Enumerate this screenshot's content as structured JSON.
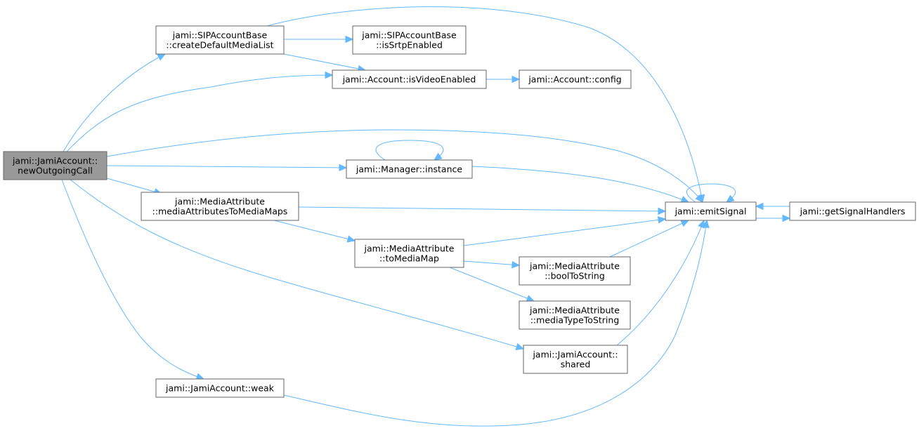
{
  "colors": {
    "edge": "#63b8ff",
    "root_fill": "#999999",
    "node_border": "#666666"
  },
  "nodes": {
    "newOutgoingCall": {
      "lines": [
        "jami::JamiAccount::",
        "newOutgoingCall"
      ]
    },
    "createDefaultMediaList": {
      "lines": [
        "jami::SIPAccountBase",
        "::createDefaultMediaList"
      ]
    },
    "isSrtpEnabled": {
      "lines": [
        "jami::SIPAccountBase",
        "::isSrtpEnabled"
      ]
    },
    "isVideoEnabled": {
      "lines": [
        "jami::Account::isVideoEnabled"
      ]
    },
    "config": {
      "lines": [
        "jami::Account::config"
      ]
    },
    "instance": {
      "lines": [
        "jami::Manager::instance"
      ]
    },
    "mediaAttributesToMediaMaps": {
      "lines": [
        "jami::MediaAttribute",
        "::mediaAttributesToMediaMaps"
      ]
    },
    "emitSignal": {
      "lines": [
        "jami::emitSignal"
      ]
    },
    "getSignalHandlers": {
      "lines": [
        "jami::getSignalHandlers"
      ]
    },
    "toMediaMap": {
      "lines": [
        "jami::MediaAttribute",
        "::toMediaMap"
      ]
    },
    "boolToString": {
      "lines": [
        "jami::MediaAttribute",
        "::boolToString"
      ]
    },
    "mediaTypeToString": {
      "lines": [
        "jami::MediaAttribute",
        "::mediaTypeToString"
      ]
    },
    "shared": {
      "lines": [
        "jami::JamiAccount::",
        "shared"
      ]
    },
    "weak": {
      "lines": [
        "jami::JamiAccount::weak"
      ]
    }
  }
}
